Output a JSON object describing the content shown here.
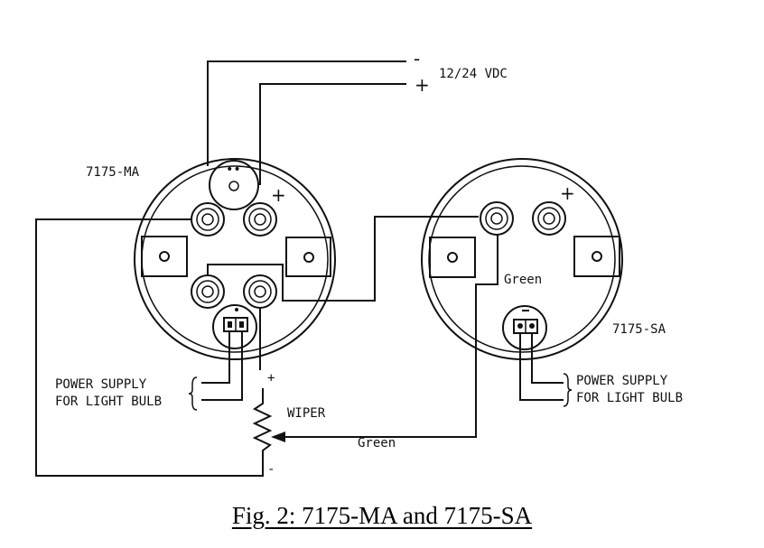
{
  "supply": {
    "minus": "-",
    "plus": "+",
    "voltage": "12/24 VDC"
  },
  "gauges": {
    "ma": {
      "name": "7175-MA",
      "plus": "+",
      "indicator": "••"
    },
    "sa": {
      "name": "7175-SA",
      "plus": "+",
      "green": "Green"
    }
  },
  "light_supply": {
    "left": [
      "POWER SUPPLY",
      "FOR LIGHT BULB"
    ],
    "right": [
      "POWER SUPPLY",
      "FOR LIGHT BULB"
    ]
  },
  "sensor": {
    "plus": "+",
    "minus": "-",
    "wiper": "WIPER",
    "wiper_wire": "Green"
  },
  "caption": "Fig. 2:  7175-MA and 7175-SA"
}
